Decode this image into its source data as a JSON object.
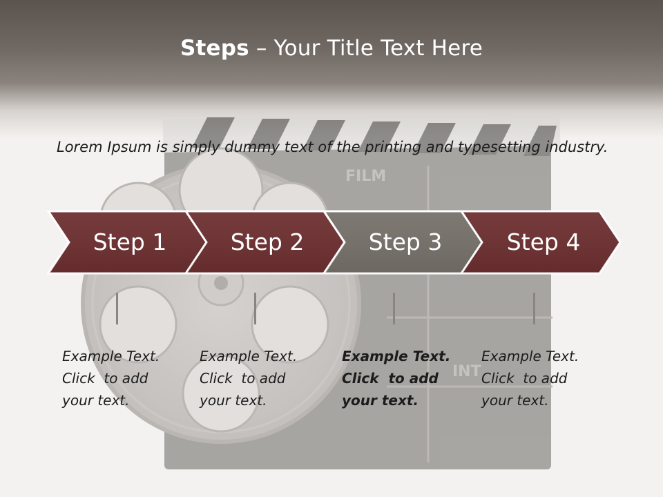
{
  "title": {
    "bold": "Steps",
    "rest": " – Your Title Text Here"
  },
  "intro": "Lorem Ipsum is simply dummy text of the printing and typesetting industry.",
  "background_labels": {
    "clapper_top": "FILM",
    "clapper_bottom": "INT"
  },
  "colors": {
    "step_default": "#6d2f30",
    "step_active": "#76706a",
    "header": "#5a534e"
  },
  "steps": [
    {
      "label": "Step 1",
      "desc": [
        "Example Text.",
        "Click  to add",
        "your text."
      ],
      "active": false
    },
    {
      "label": "Step 2",
      "desc": [
        "Example Text.",
        "Click  to add",
        "your text."
      ],
      "active": false
    },
    {
      "label": "Step 3",
      "desc": [
        "Example Text.",
        "Click  to add",
        "your text."
      ],
      "active": true
    },
    {
      "label": "Step 4",
      "desc": [
        "Example Text.",
        "Click  to add",
        "your text."
      ],
      "active": false
    }
  ]
}
